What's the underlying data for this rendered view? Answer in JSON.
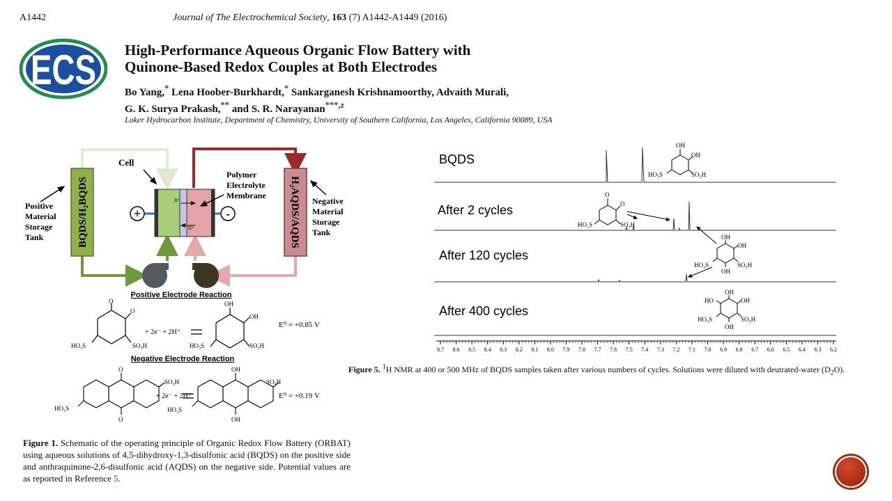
{
  "header": {
    "page_number": "A1442",
    "journal_name": "Journal of The Electrochemical Society",
    "volume": "163",
    "issue_pages": " (7) A1442-A1449 (2016)"
  },
  "logo": {
    "text": "ECS",
    "colors": {
      "blue": "#1b4fa0",
      "green": "#1f8f4a"
    }
  },
  "article": {
    "title_line1": "High-Performance Aqueous Organic Flow Battery with",
    "title_line2": "Quinone-Based Redox Couples at Both Electrodes",
    "authors_line1": "Bo Yang,",
    "authors_star1": "*",
    "authors_line1b": " Lena Hoober-Burkhardt,",
    "authors_star2": "*",
    "authors_line1c": " Sankarganesh Krishnamoorthy, Advaith Murali,",
    "authors_line2": "G. K. Surya Prakash,",
    "authors_star3": "**",
    "authors_line2b": " and S. R. Narayanan",
    "authors_star4": "***,z",
    "affiliation": "Loker Hydrocarbon Institute, Department of Chemistry, University of Southern California, Los Angeles, California 90089, USA"
  },
  "figure1": {
    "cell_label": "Cell",
    "membrane_label": [
      "Polymer",
      "Electrolyte",
      "Membrane"
    ],
    "pos_tank_label": [
      "Positive",
      "Material",
      "Storage",
      "Tank"
    ],
    "neg_tank_label": [
      "Negative",
      "Material",
      "Storage",
      "Tank"
    ],
    "pos_tank_text": "BQDS/H₂BQDS",
    "neg_tank_text": "H₂AQDS/AQDS",
    "plus": "+",
    "minus": "-",
    "hplus": "H⁺",
    "pos_reaction_title": "Positive Electrode Reaction",
    "neg_reaction_title": "Negative Electrode Reaction",
    "reaction_terms": "+ 2e⁻ + 2H⁺",
    "pos_potential": "E⁰ = +0.85 V",
    "neg_potential": "E⁰ = +0.19 V",
    "labels": {
      "o": "O",
      "oh": "OH",
      "so3h": "SO₃H",
      "ho3s": "HO₃S"
    },
    "caption_label": "Figure 1.",
    "caption_text": " Schematic of the operating principle of Organic Redox Flow Battery (ORBAT) using aqueous solutions of 4,5-dihydroxy-1,3-disulfonic acid (BQDS) on the positive side and anthraquinone-2,6-disulfonic acid (AQDS) on the negative side. Potential values are as reported in Reference ",
    "caption_ref": "5",
    "caption_end": "."
  },
  "figure5": {
    "spectra": [
      {
        "label": "BQDS"
      },
      {
        "label": "After 2 cycles"
      },
      {
        "label": "After 120 cycles"
      },
      {
        "label": "After  400 cycles"
      }
    ],
    "axis_ticks": [
      "8.7",
      "8.6",
      "8.5",
      "8.4",
      "8.3",
      "8.2",
      "8.1",
      "8.0",
      "7.9",
      "7.8",
      "7.7",
      "7.6",
      "7.5",
      "7.4",
      "7.3",
      "7.2",
      "7.1",
      "7.0",
      "6.9",
      "6.8",
      "6.7",
      "6.6",
      "6.5",
      "6.4",
      "6.3",
      "6.2"
    ],
    "labels": {
      "o": "O",
      "oh": "OH",
      "ho": "HO",
      "so3h": "SO₃H",
      "ho3s": "HO₃S"
    },
    "caption_label": "Figure 5.",
    "caption_sup": "1",
    "caption_text": "H NMR at 400 or 500 MHz of BQDS samples taken after various numbers of cycles. Solutions were diluted with deutrated-water (D",
    "caption_sub": "2",
    "caption_end": "O)."
  },
  "navigation": {
    "next_icon": "next-slide-icon",
    "accent": "#b0301a"
  }
}
